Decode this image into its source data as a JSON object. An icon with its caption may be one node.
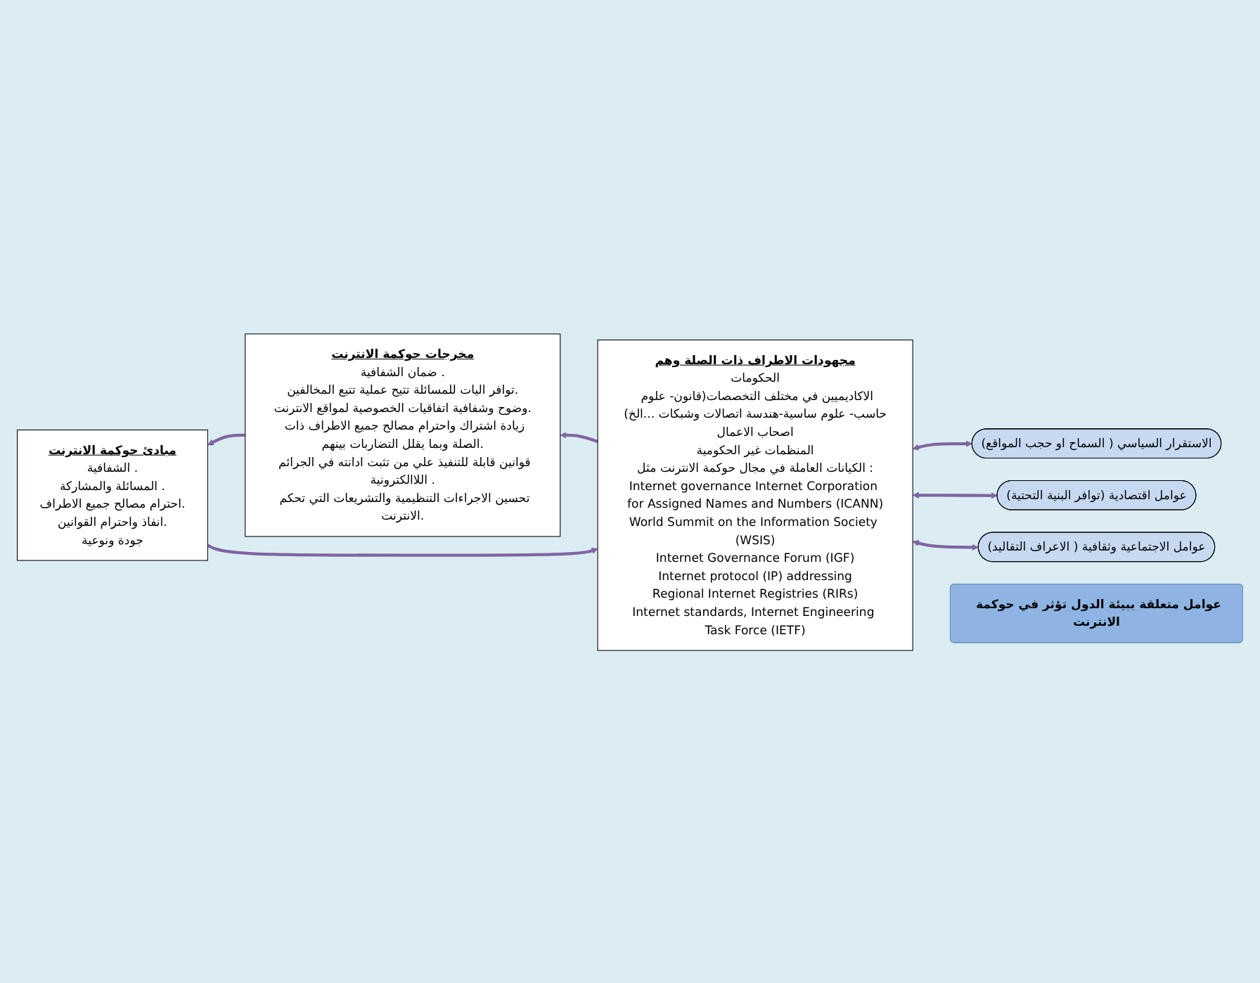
{
  "diagram": {
    "nodes": [
      {
        "text": [
          "مجهودات الاطراف ذات الصلة وهم",
          "الحكومات",
          "الاكاديميين في مختلف التخصصات(قانون- علوم حاسب- علوم ساسية-هندسة اتصالات وشبكات ...الخ)",
          "اصحاب الاعمال",
          "المنظمات غير الحكومية",
          "الكيانات العاملة في مجال حوكمة الانترنت مثل :",
          "Internet governance Internet Corporation for Assigned Names and Numbers (ICANN)",
          "World Summit on the Information Society (WSIS)",
          "Internet Governance Forum (IGF)",
          "Internet protocol (IP) addressing",
          "Regional Internet Registries (RIRs)",
          "Internet standards, Internet Engineering Task Force (IETF)"
        ]
      },
      {
        "text": [
          "مخرجات حوكمة الانترنت",
          "ضمان الشفافية .",
          "توافر اليات للمسائلة تتيح عملية تتبع المخالفين.",
          "وضوح وشفافية اتفاقيات الخصوصية لمواقع الانترنت.",
          "زيادة اشتراك واحترام مصالح جميع الاطراف ذات الصلة وبما يقلل التضاربات بينهم.",
          "قوانين قابلة للتنفيذ علي من تثبت ادانته في الجرائم اللاالكترونية .",
          "تحسين الاجراءات التنظيمية والتشريعات التي تحكم الانترنت."
        ]
      },
      {
        "text": [
          "مبادئ حوكمة الانترنت",
          "الشفافية .",
          "المسائلة والمشاركة .",
          "احترام مصالح جميع الاطراف.",
          "انفاذ واحترام القوانين.",
          "جودة ونوعية"
        ]
      },
      {
        "text": [
          "الاستقرار السياسي ( السماح او حجب المواقع)"
        ]
      },
      {
        "text": [
          "عوامل اقتصادية (توافر البنية التحتية)"
        ]
      },
      {
        "text": [
          "عوامل الاجتماعية وثقافية ( الاعراف التقاليد)"
        ]
      },
      {
        "text": [
          "عوامل متعلقة ببيئة الدول تؤثر في حوكمة الانترنت"
        ]
      }
    ],
    "edges": [
      {
        "from": 2,
        "to": 0,
        "arrow": "to"
      },
      {
        "from": 0,
        "to": 1,
        "arrow": "to"
      },
      {
        "from": 1,
        "to": 2,
        "arrow": "to"
      },
      {
        "from": 3,
        "to": 0,
        "arrow": "both"
      },
      {
        "from": 4,
        "to": 0,
        "arrow": "both"
      },
      {
        "from": 5,
        "to": 0,
        "arrow": "both"
      }
    ]
  }
}
